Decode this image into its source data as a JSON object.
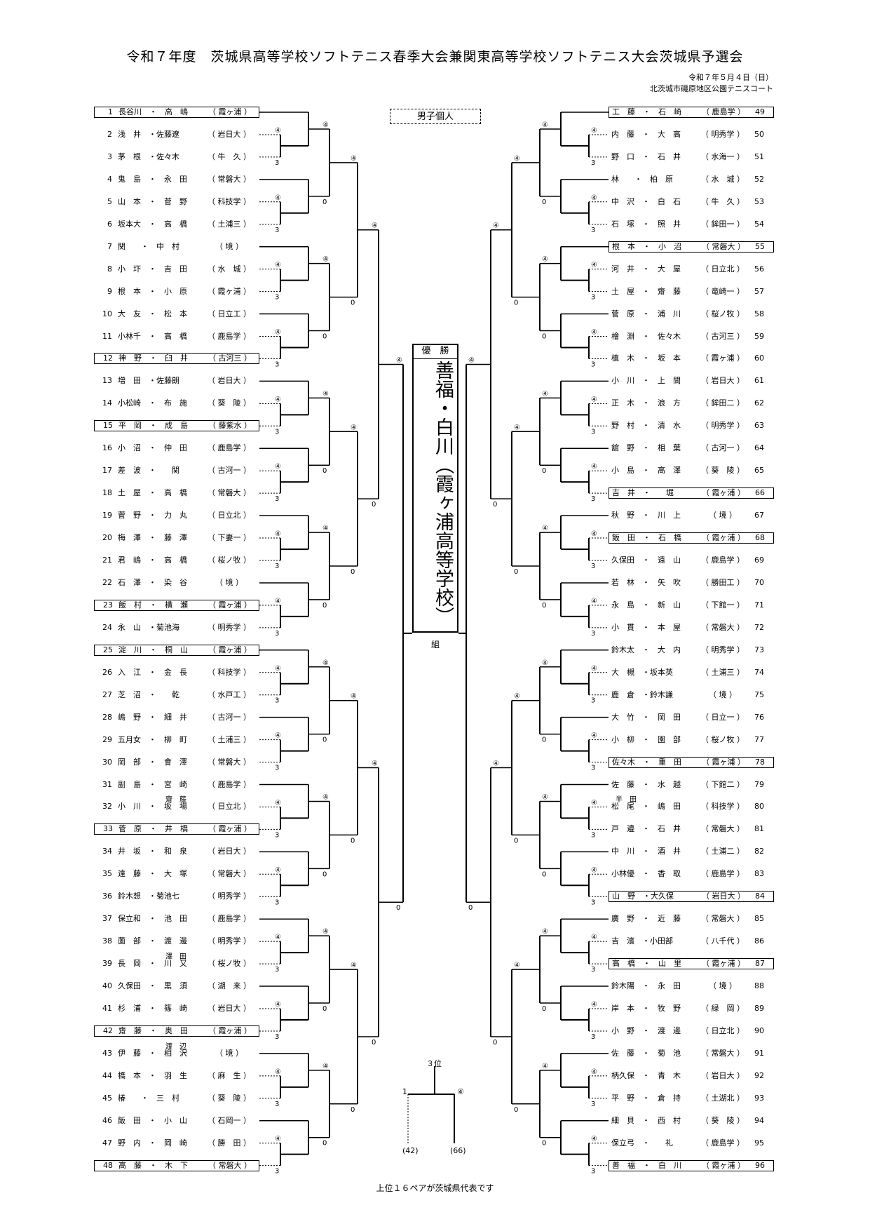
{
  "title": "令和７年度　茨城県高等学校ソフトテニス春季大会兼関東高等学校ソフトテニス大会茨城県予選会",
  "date": "令和７年５月４日（日）",
  "venue": "北茨城市磯原地区公園テニスコート",
  "event": "男子個人",
  "winner": {
    "label": "優　勝",
    "name": "善福・白川（霞ヶ浦高等学校）",
    "suffix": "組"
  },
  "third_place": {
    "label": "３位",
    "left_score": "1",
    "right_score": "④",
    "left_ref": "(42)",
    "right_ref": "(66)"
  },
  "footer": "上位１６ペアが茨城県代表です",
  "left_entries": [
    {
      "n": "1",
      "name": "長谷川　・　高　嶋",
      "team": "霞ヶ浦",
      "boxed": true
    },
    {
      "n": "2",
      "name": "浅　井　・佐藤遼",
      "team": "岩日大",
      "boxed": false
    },
    {
      "n": "3",
      "name": "茅　根　・佐々木",
      "team": "牛　久",
      "boxed": false
    },
    {
      "n": "4",
      "name": "鬼　島　・　永　田",
      "team": "常磐大",
      "boxed": false
    },
    {
      "n": "5",
      "name": "山　本　・　菅　野",
      "team": "科技学",
      "boxed": false
    },
    {
      "n": "6",
      "name": "坂本大　・　高　橋",
      "team": "土浦三",
      "boxed": false
    },
    {
      "n": "7",
      "name": "関　　・　中　村",
      "team": "境",
      "boxed": false
    },
    {
      "n": "8",
      "name": "小　圷　・　吉　田",
      "team": "水　城",
      "boxed": false
    },
    {
      "n": "9",
      "name": "根　本　・　小　原",
      "team": "霞ヶ浦",
      "boxed": false
    },
    {
      "n": "10",
      "name": "大　友　・　松　本",
      "team": "日立工",
      "boxed": false
    },
    {
      "n": "11",
      "name": "小林千　・　高　橋",
      "team": "鹿島学",
      "boxed": false
    },
    {
      "n": "12",
      "name": "神　野　・　臼　井",
      "team": "古河三",
      "boxed": true
    },
    {
      "n": "13",
      "name": "増　田　・佐藤朗",
      "team": "岩日大",
      "boxed": false
    },
    {
      "n": "14",
      "name": "小松崎　・　布　施",
      "team": "葵　陵",
      "boxed": false
    },
    {
      "n": "15",
      "name": "平　岡　・　成　島",
      "team": "藤紫水",
      "boxed": true
    },
    {
      "n": "16",
      "name": "小　沼　・　仲　田",
      "team": "鹿島学",
      "boxed": false
    },
    {
      "n": "17",
      "name": "差　波　・　　関",
      "team": "古河一",
      "boxed": false
    },
    {
      "n": "18",
      "name": "土　屋　・　高　橋",
      "team": "常磐大",
      "boxed": false
    },
    {
      "n": "19",
      "name": "菅　野　・　力　丸",
      "team": "日立北",
      "boxed": false
    },
    {
      "n": "20",
      "name": "梅　澤　・　藤　澤",
      "team": "下妻一",
      "boxed": false
    },
    {
      "n": "21",
      "name": "君　嶋　・　高　橋",
      "team": "桜ノ牧",
      "boxed": false
    },
    {
      "n": "22",
      "name": "石　澤　・　染　谷",
      "team": "境",
      "boxed": false
    },
    {
      "n": "23",
      "name": "飯　村　・　横　瀬",
      "team": "霞ヶ浦",
      "boxed": true
    },
    {
      "n": "24",
      "name": "永　山　・菊池海",
      "team": "明秀学",
      "boxed": false
    },
    {
      "n": "25",
      "name": "淀　川　・　桐　山",
      "team": "霞ヶ浦",
      "boxed": true
    },
    {
      "n": "26",
      "name": "入　江　・　金　長",
      "team": "科技学",
      "boxed": false
    },
    {
      "n": "27",
      "name": "芝　沼　・　　乾",
      "team": "水戸工",
      "boxed": false
    },
    {
      "n": "28",
      "name": "嶋　野　・　細　井",
      "team": "古河一",
      "boxed": false
    },
    {
      "n": "29",
      "name": "五月女　・　柳　町",
      "team": "土浦三",
      "boxed": false
    },
    {
      "n": "30",
      "name": "岡　部　・　會　澤",
      "team": "常磐大",
      "boxed": false
    },
    {
      "n": "31",
      "name": "副　島　・　宮　崎",
      "team": "鹿島学",
      "boxed": false
    },
    {
      "n": "32",
      "name": "小　川　・　坂　場",
      "team": "日立北",
      "boxed": false
    },
    {
      "n": "33",
      "name": "菅　原　・　井　橋",
      "team": "霞ヶ浦",
      "boxed": true
    },
    {
      "n": "34",
      "name": "井　坂　・　和　泉",
      "team": "岩日大",
      "boxed": false
    },
    {
      "n": "35",
      "name": "遠　藤　・　大　塚",
      "team": "常磐大",
      "boxed": false
    },
    {
      "n": "36",
      "name": "鈴木想　・菊池七",
      "team": "明秀学",
      "boxed": false
    },
    {
      "n": "37",
      "name": "保立和　・　池　田",
      "team": "鹿島学",
      "boxed": false
    },
    {
      "n": "38",
      "name": "薗　部　・　渡　邊",
      "team": "明秀学",
      "boxed": false
    },
    {
      "n": "39",
      "name": "長　岡　・　川　又",
      "team": "桜ノ牧",
      "boxed": false
    },
    {
      "n": "40",
      "name": "久保田　・　黒　須",
      "team": "湖　来",
      "boxed": false
    },
    {
      "n": "41",
      "name": "杉　浦　・　篠　崎",
      "team": "岩日大",
      "boxed": false
    },
    {
      "n": "42",
      "name": "齋　藤　・　奥　田",
      "team": "霞ヶ浦",
      "boxed": true
    },
    {
      "n": "43",
      "name": "伊　藤　・　相　沢",
      "team": "境",
      "boxed": false
    },
    {
      "n": "44",
      "name": "橋　本　・　羽　生",
      "team": "麻　生",
      "boxed": false
    },
    {
      "n": "45",
      "name": "椿　　・　三　村",
      "team": "葵　陵",
      "boxed": false
    },
    {
      "n": "46",
      "name": "飯　田　・　小　山",
      "team": "石岡一",
      "boxed": false
    },
    {
      "n": "47",
      "name": "野　内　・　岡　崎",
      "team": "勝　田",
      "boxed": false
    },
    {
      "n": "48",
      "name": "高　藤　・　木　下",
      "team": "常磐大",
      "boxed": true
    }
  ],
  "right_entries": [
    {
      "n": "49",
      "name": "工　藤　・　石　崎",
      "team": "鹿島学",
      "boxed": true
    },
    {
      "n": "50",
      "name": "内　藤　・　大　高",
      "team": "明秀学",
      "boxed": false
    },
    {
      "n": "51",
      "name": "野　口　・　石　井",
      "team": "水海一",
      "boxed": false
    },
    {
      "n": "52",
      "name": "林　　・　柏　原",
      "team": "水　城",
      "boxed": false
    },
    {
      "n": "53",
      "name": "中　沢　・　白　石",
      "team": "牛　久",
      "boxed": false
    },
    {
      "n": "54",
      "name": "石　塚　・　照　井",
      "team": "鉾田一",
      "boxed": false
    },
    {
      "n": "55",
      "name": "根　本　・　小　沼",
      "team": "常磐大",
      "boxed": true
    },
    {
      "n": "56",
      "name": "河　井　・　大　屋",
      "team": "日立北",
      "boxed": false
    },
    {
      "n": "57",
      "name": "土　屋　・　齋　藤",
      "team": "竜崎一",
      "boxed": false
    },
    {
      "n": "58",
      "name": "菅　原　・　浦　川",
      "team": "桜ノ牧",
      "boxed": false
    },
    {
      "n": "59",
      "name": "檜　淵　・　佐々木",
      "team": "古河三",
      "boxed": false
    },
    {
      "n": "60",
      "name": "植　木　・　坂　本",
      "team": "霞ヶ浦",
      "boxed": false
    },
    {
      "n": "61",
      "name": "小　川　・　上　間",
      "team": "岩日大",
      "boxed": false
    },
    {
      "n": "62",
      "name": "正　木　・　浪　方",
      "team": "鉾田二",
      "boxed": false
    },
    {
      "n": "63",
      "name": "野　村　・　清　水",
      "team": "明秀学",
      "boxed": false
    },
    {
      "n": "64",
      "name": "舘　野　・　相　葉",
      "team": "古河一",
      "boxed": false
    },
    {
      "n": "65",
      "name": "小　島　・　高　澤",
      "team": "葵　陵",
      "boxed": false
    },
    {
      "n": "66",
      "name": "吉　井　・　　堀",
      "team": "霞ヶ浦",
      "boxed": true
    },
    {
      "n": "67",
      "name": "秋　野　・　川　上",
      "team": "境",
      "boxed": false
    },
    {
      "n": "68",
      "name": "飯　田　・　石　橋",
      "team": "霞ヶ浦",
      "boxed": true
    },
    {
      "n": "69",
      "name": "久保田　・　遠　山",
      "team": "鹿島学",
      "boxed": false
    },
    {
      "n": "70",
      "name": "若　林　・　矢　吹",
      "team": "勝田工",
      "boxed": false
    },
    {
      "n": "71",
      "name": "永　島　・　新　山",
      "team": "下館一",
      "boxed": false
    },
    {
      "n": "72",
      "name": "小　貫　・　本　屋",
      "team": "常磐大",
      "boxed": false
    },
    {
      "n": "73",
      "name": "鈴木太　・　大　内",
      "team": "明秀学",
      "boxed": false
    },
    {
      "n": "74",
      "name": "大　槻　・坂本英",
      "team": "土浦三",
      "boxed": false
    },
    {
      "n": "75",
      "name": "鹿　倉　・鈴木謙",
      "team": "境",
      "boxed": false
    },
    {
      "n": "76",
      "name": "大　竹　・　岡　田",
      "team": "日立一",
      "boxed": false
    },
    {
      "n": "77",
      "name": "小　柳　・　園　部",
      "team": "桜ノ牧",
      "boxed": false
    },
    {
      "n": "78",
      "name": "佐々木　・　重　田",
      "team": "霞ヶ浦",
      "boxed": true
    },
    {
      "n": "79",
      "name": "佐　藤　・　水　越",
      "team": "下館二",
      "boxed": false
    },
    {
      "n": "80",
      "name": "松　尾　・　嶋　田",
      "team": "科技学",
      "boxed": false
    },
    {
      "n": "81",
      "name": "戸　邉　・　石　井",
      "team": "常磐大",
      "boxed": false
    },
    {
      "n": "82",
      "name": "中　川　・　酒　井",
      "team": "土浦二",
      "boxed": false
    },
    {
      "n": "83",
      "name": "小林優　・　香　取",
      "team": "鹿島学",
      "boxed": false
    },
    {
      "n": "84",
      "name": "山　野　・大久保",
      "team": "岩日大",
      "boxed": true
    },
    {
      "n": "85",
      "name": "廣　野　・　近　藤",
      "team": "常磐大",
      "boxed": false
    },
    {
      "n": "86",
      "name": "吉　濱　・小田部",
      "team": "八千代",
      "boxed": false
    },
    {
      "n": "87",
      "name": "高　橋　・　山　里",
      "team": "霞ヶ浦",
      "boxed": true
    },
    {
      "n": "88",
      "name": "鈴木陽　・　永　田",
      "team": "境",
      "boxed": false
    },
    {
      "n": "89",
      "name": "岸　本　・　牧　野",
      "team": "緑　岡",
      "boxed": false
    },
    {
      "n": "90",
      "name": "小　野　・　渡　邊",
      "team": "日立北",
      "boxed": false
    },
    {
      "n": "91",
      "name": "佐　藤　・　菊　池",
      "team": "常磐大",
      "boxed": false
    },
    {
      "n": "92",
      "name": "柄久保　・　青　木",
      "team": "岩日大",
      "boxed": false
    },
    {
      "n": "93",
      "name": "平　野　・　倉　持",
      "team": "土湖北",
      "boxed": false
    },
    {
      "n": "94",
      "name": "細　貝　・　西　村",
      "team": "葵　陵",
      "boxed": false
    },
    {
      "n": "95",
      "name": "保立弓　・　　礼",
      "team": "鹿島学",
      "boxed": false
    },
    {
      "n": "96",
      "name": "善　福　・　白　川",
      "team": "霞ヶ浦",
      "boxed": true
    }
  ],
  "corrections": [
    {
      "text": "齋　藤",
      "side": "left",
      "row": 31
    },
    {
      "text": "澤　田",
      "side": "left",
      "row": 38
    },
    {
      "text": "渡　辺",
      "side": "left",
      "row": 42
    },
    {
      "text": "半　田",
      "side": "right",
      "row": 31
    }
  ]
}
